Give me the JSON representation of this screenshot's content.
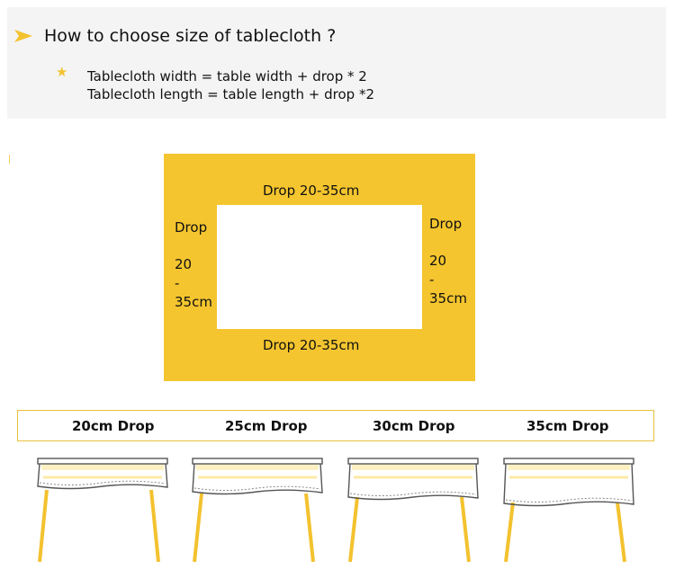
{
  "header": {
    "title": "How to choose size of tablecloth ?",
    "formula_width": "Tablecloth width = table width + drop * 2",
    "formula_length": "Tablecloth length = table length + drop *2"
  },
  "diagram": {
    "top_label": "Drop 20-35cm",
    "bottom_label": "Drop 20-35cm",
    "left": {
      "word": "Drop",
      "num": "20",
      "dash": "-",
      "unit": "35cm"
    },
    "right": {
      "word": "Drop",
      "num": "20",
      "dash": "-",
      "unit": "35cm"
    }
  },
  "drops": [
    "20cm Drop",
    "25cm Drop",
    "30cm Drop",
    "35cm Drop"
  ],
  "colors": {
    "accent": "#f4c52e",
    "header_bg": "#f4f4f4",
    "leg": "#f3c22f"
  },
  "icons": {
    "arrow": "arrow-right-icon",
    "star": "star-icon"
  }
}
